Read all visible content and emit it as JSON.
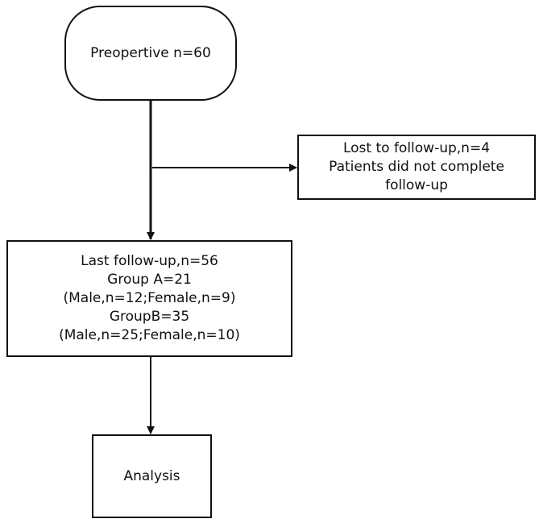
{
  "nodes": {
    "preoperative": {
      "lines": [
        "Preopertive n=60"
      ]
    },
    "lost_follow_up": {
      "lines": [
        "Lost to follow-up,n=4",
        "Patients did not complete",
        "follow-up"
      ]
    },
    "last_follow_up": {
      "lines": [
        "Last follow-up,n=56",
        "Group A=21",
        "(Male,n=12;Female,n=9)",
        "GroupB=35",
        "(Male,n=25;Female,n=10)"
      ]
    },
    "analysis": {
      "lines": [
        "Analysis"
      ]
    }
  },
  "colors": {
    "stroke": "#111111",
    "background": "#ffffff"
  }
}
